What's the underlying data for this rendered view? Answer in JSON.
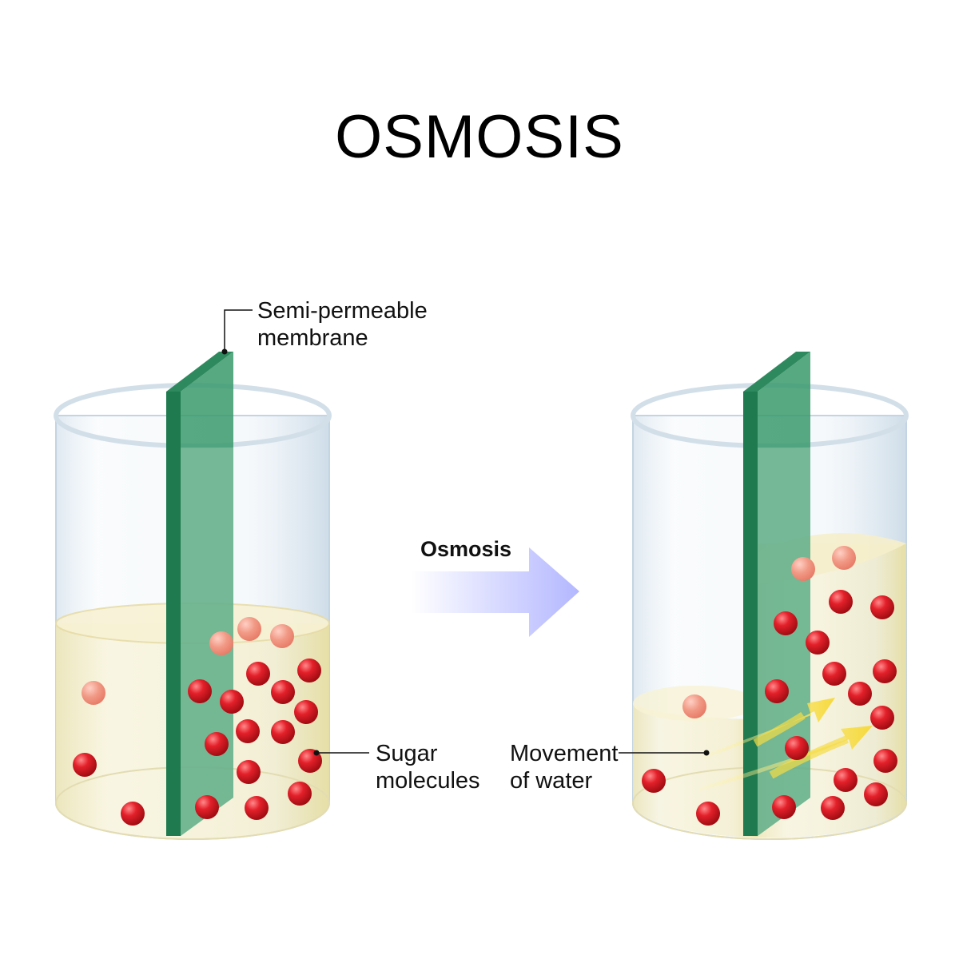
{
  "title": "OSMOSIS",
  "labels": {
    "membrane_line1": "Semi-permeable",
    "membrane_line2": "membrane",
    "sugar_line1": "Sugar",
    "sugar_line2": "molecules",
    "water_line1": "Movement",
    "water_line2": "of water",
    "process": "Osmosis"
  },
  "colors": {
    "membrane": "#3a9a6c",
    "membrane_side": "#1f7a4f",
    "solution": "#f3ecc4",
    "molecule": "#e01b24",
    "arrow": "#b8bcff",
    "water_arrow": "#f5dc45"
  }
}
